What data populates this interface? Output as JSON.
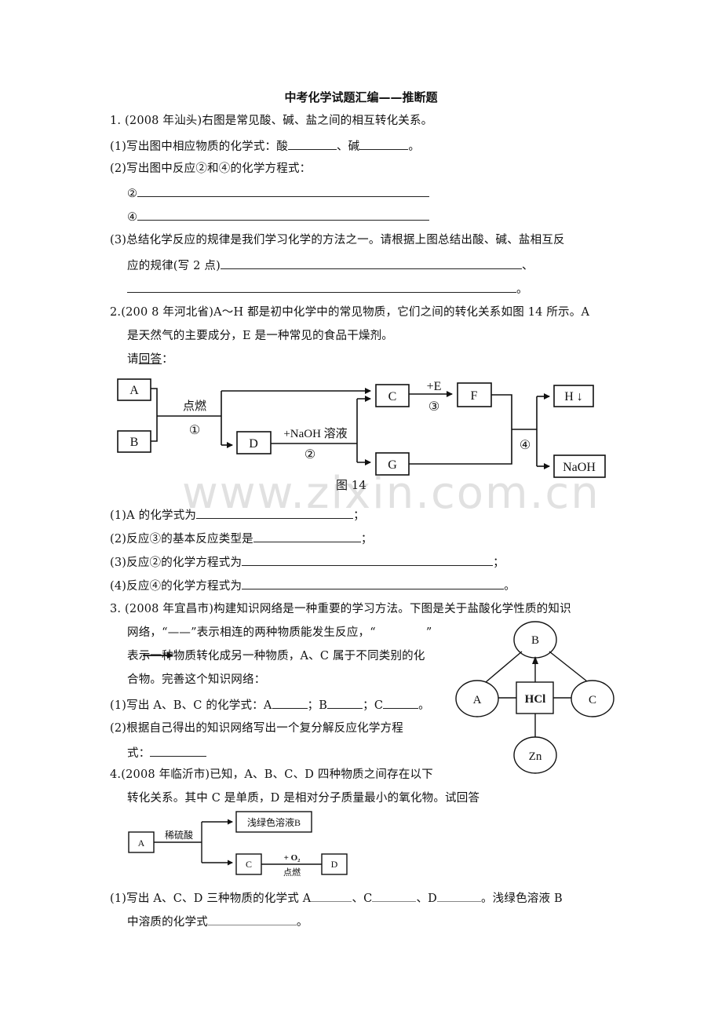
{
  "title": "中考化学试题汇编——推断题",
  "q1": {
    "stem": "1.  (2008 年汕头)右图是常见酸、碱、盐之间的相互转化关系。",
    "p1_prefix": "(1)写出图中相应物质的化学式：酸",
    "p1_mid": "、碱",
    "p1_end": "。",
    "p2": "(2)写出图中反应②和④的化学方程式：",
    "p2_a": "②",
    "p2_b": "④",
    "p3_line1": "(3)总结化学反应的规律是我们学习化学的方法之一。请根据上图总结出酸、碱、盐相互反",
    "p3_line2_prefix": "应的规律(写 2 点)",
    "p3_line2_end": "、",
    "p3_line3_end": "。"
  },
  "q2": {
    "stem_line1": "2.(200 8 年河北省)A～H 都是初中化学中的常见物质，它们之间的转化关系如图 14 所示。A",
    "stem_line2": "是天然气的主要成分，E 是一种常见的食品干燥剂。",
    "prompt_prefix": "请",
    "prompt_underlined": "回答",
    "prompt_suffix": "：",
    "figure": {
      "nodes": {
        "A": "A",
        "B": "B",
        "C": "C",
        "D": "D",
        "F": "F",
        "G": "G",
        "H": "H ↓",
        "NaOH": "NaOH"
      },
      "labels": {
        "ignite": "点燃",
        "r1": "①",
        "naoh": "+NaOH 溶液",
        "r2": "②",
        "plusE": "+E",
        "r3": "③",
        "r4": "④"
      },
      "caption": "图 14"
    },
    "p1": "(1)A 的化学式为",
    "p1_end": "；",
    "p2": "(2)反应③的基本反应类型是",
    "p2_end": "；",
    "p3": "(3)反应②的化学方程式为",
    "p3_end": "；",
    "p4": "(4)反应④的化学方程式为",
    "p4_end": "。"
  },
  "watermark": "www.zixin.com.cn",
  "q3": {
    "stem_line1": "3.  (2008 年宜昌市)构建知识网络是一种重要的学习方法。下图是关于盐酸化学性质的知识",
    "stem_line2": "网络，“——”表示相连的两种物质能发生反应，“",
    "stem_line2_close": "”",
    "stem_line3": "表示一种物质转化成另一种物质，A、C 属于不同类别的化",
    "stem_line4": "合物。完善这个知识网络：",
    "p1_prefix": "(1)写出 A、B、C 的化学式：A",
    "p1_b": "；B",
    "p1_c": "；C",
    "p1_end": "。",
    "p2_line1": "(2)根据自己得出的知识网络写出一个复分解反应化学方程",
    "p2_line2": "式：",
    "figure": {
      "B": "B",
      "A": "A",
      "HCl": "HCl",
      "C": "C",
      "Zn": "Zn"
    }
  },
  "q4": {
    "stem_line1": "4.(2008 年临沂市)已知，A、B、C、D 四种物质之间存在以下",
    "stem_line2": "转化关系。其中 C 是单质，D 是相对分子质量最小的氧化物。试回答",
    "figure": {
      "A": "A",
      "acid": "稀硫酸",
      "B": "浅绿色溶液B",
      "C": "C",
      "plusO2": "+ O₂",
      "ignite": "点燃",
      "D": "D"
    },
    "p1_prefix": "(1)写出 A、C、D 三种物质的化学式 A",
    "p1_c": "、C",
    "p1_d": "、D",
    "p1_end": "。浅绿色溶液 B",
    "p1_line2": "中溶质的化学式",
    "p1_line2_end": "。"
  }
}
